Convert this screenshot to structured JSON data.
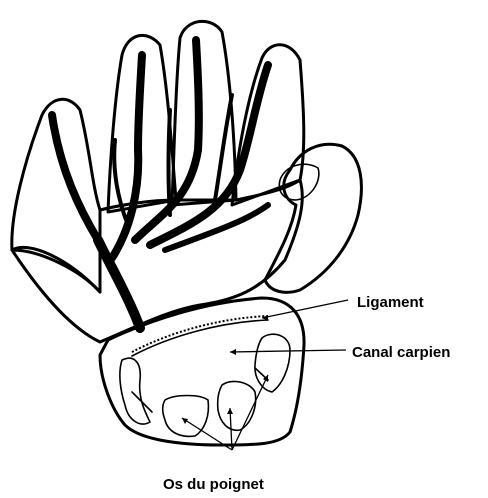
{
  "labels": {
    "ligament": "Ligament",
    "canal": "Canal carpien",
    "bones": "Os du poignet"
  },
  "colors": {
    "ink": "#000000",
    "paper": "#ffffff"
  }
}
